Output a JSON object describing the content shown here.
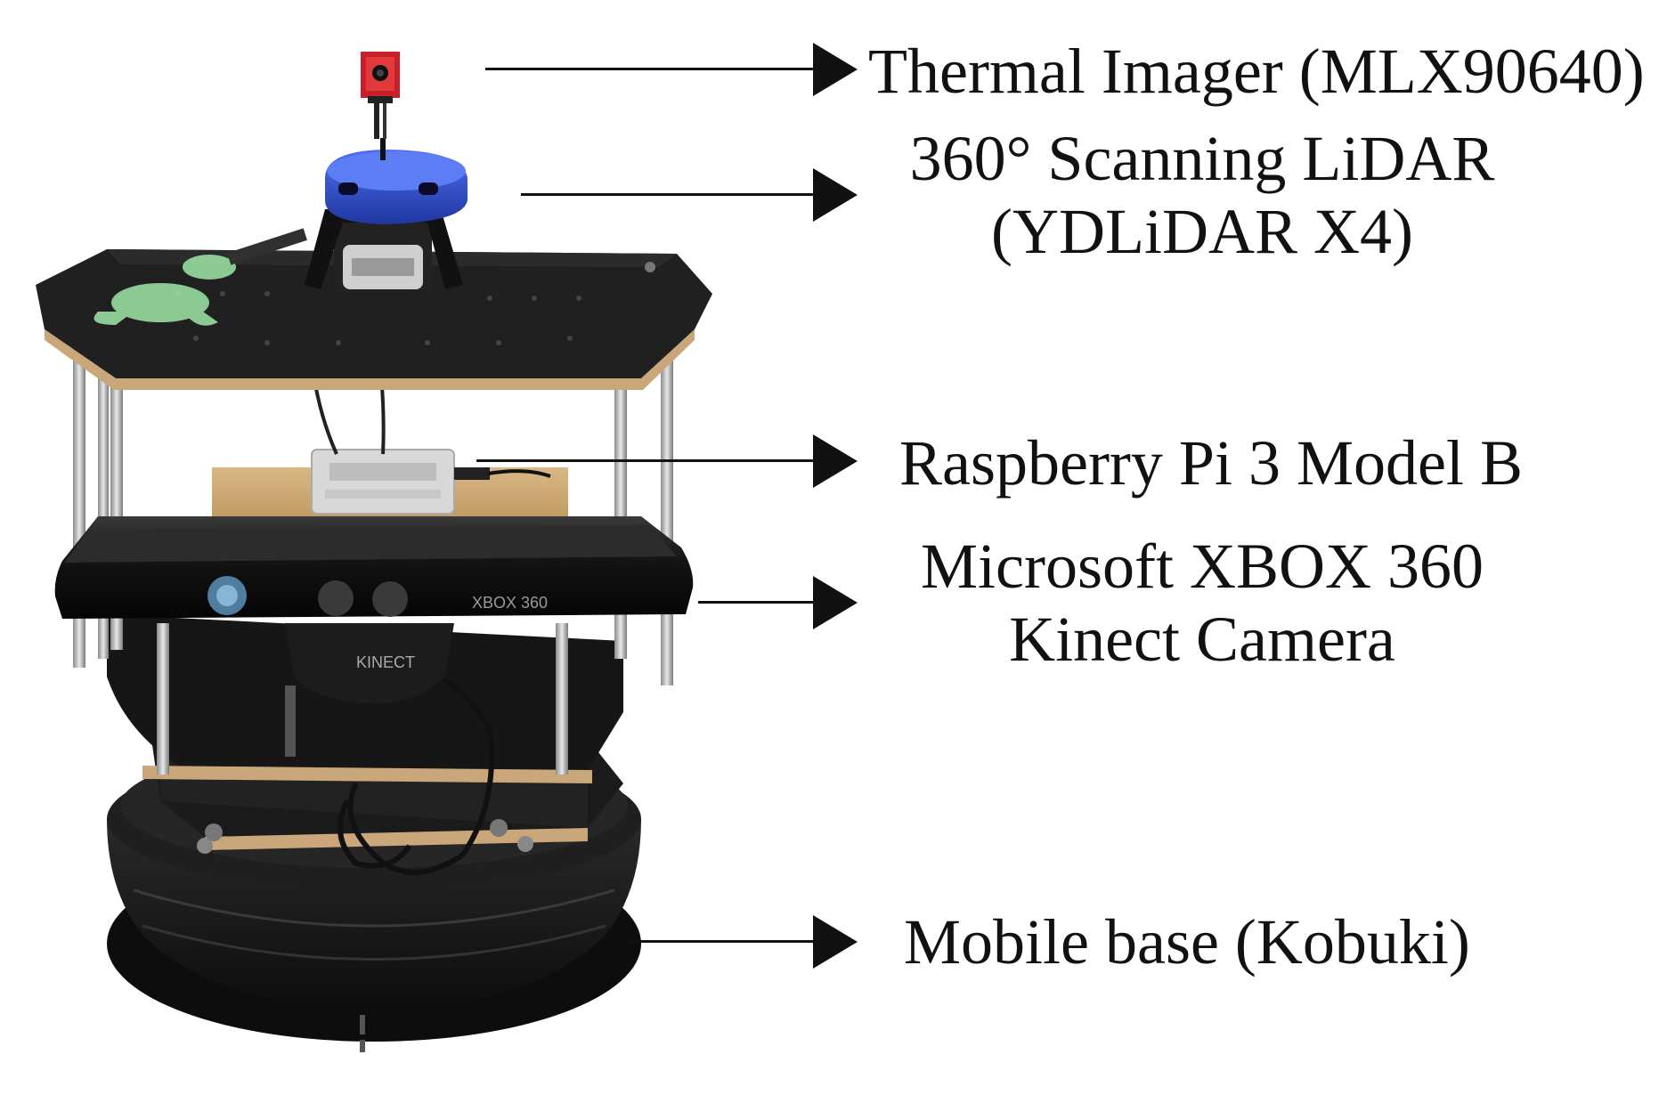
{
  "labels": {
    "thermal": {
      "line1": "Thermal Imager (MLX90640)"
    },
    "lidar": {
      "line1": "360° Scanning LiDAR",
      "line2": "(YDLiDAR X4)"
    },
    "raspberry": {
      "line1": "Raspberry Pi 3 Model B"
    },
    "kinect": {
      "line1": "Microsoft XBOX 360",
      "line2": "Kinect Camera"
    },
    "base": {
      "line1": "Mobile base (Kobuki)"
    }
  },
  "photo_marks": {
    "kinect_bar": "XBOX 360",
    "kinect_stand": "KINECT"
  },
  "colors": {
    "lidar_blue": "#2f4fc4",
    "board_dark": "#1e1e1e",
    "wood_edge": "#c9a77a",
    "logo_green": "#9fe7a8",
    "sensor_red": "#c8202a",
    "text": "#111111"
  }
}
